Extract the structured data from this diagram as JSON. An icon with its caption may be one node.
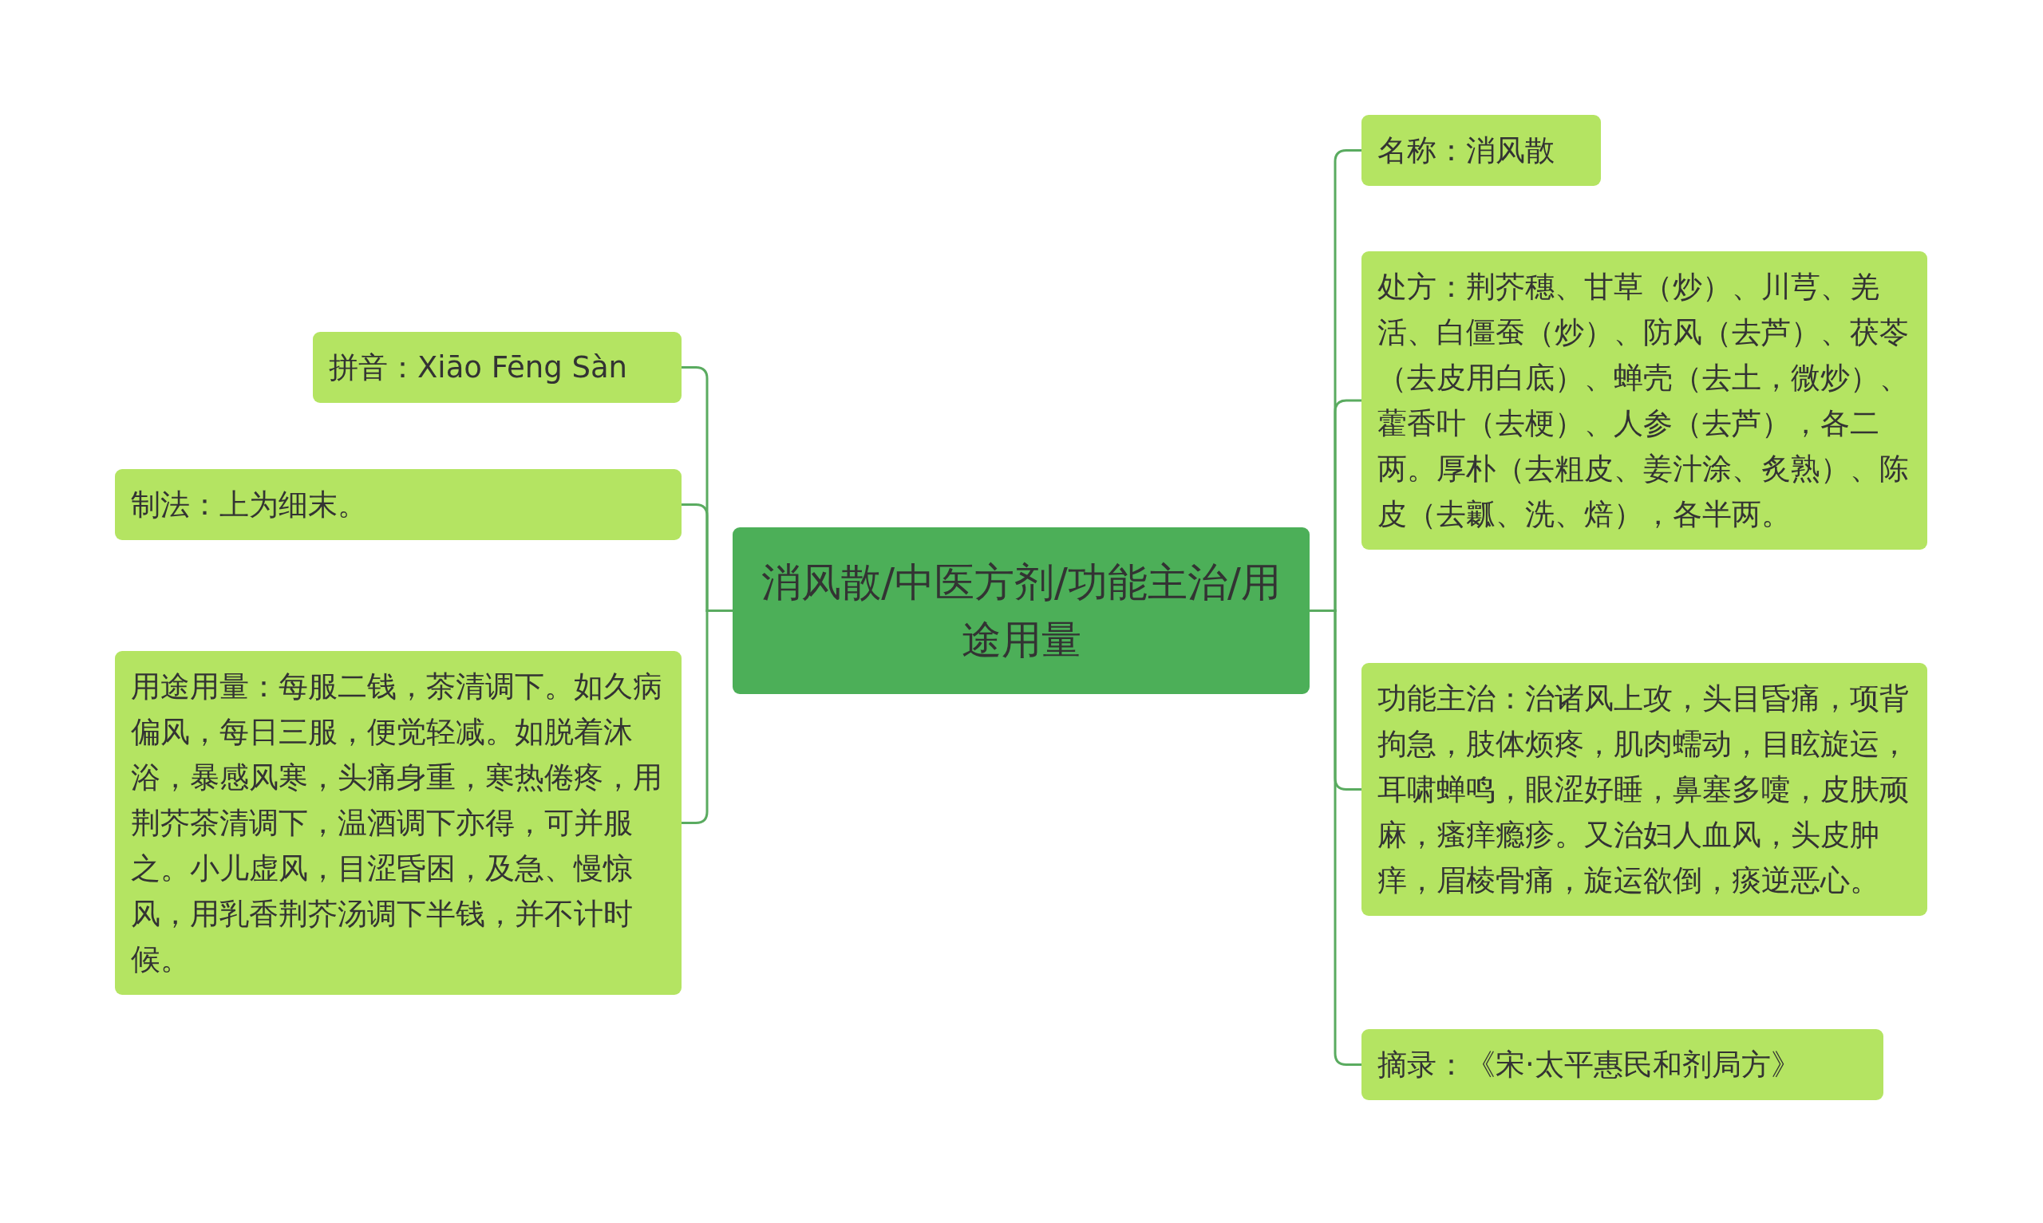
{
  "diagram": {
    "nodes": [
      {
        "text": [
          "消风散/中医方剂/功能主治/用途用量"
        ]
      },
      {
        "text": [
          "拼音：Xiāo Fēng Sàn"
        ]
      },
      {
        "text": [
          "制法：上为细末。"
        ]
      },
      {
        "text": [
          "用途用量：每服二钱，茶清调下。如久病偏风，每日三服，便觉轻减。如脱着沐浴，暴感风寒，头痛身重，寒热倦疼，用荆芥茶清调下，温酒调下亦得，可并服之。小儿虚风，目涩昏困，及急、慢惊风，用乳香荆芥汤调下半钱，并不计时候。"
        ]
      },
      {
        "text": [
          "名称：消风散"
        ]
      },
      {
        "text": [
          "处方：荆芥穗、甘草（炒）、川芎、羌活、白僵蚕（炒）、防风（去芦）、茯苓（去皮用白底）、蝉壳（去土，微炒）、藿香叶（去梗）、人参（去芦），各二两。厚朴（去粗皮、姜汁涂、炙熟）、陈皮（去瓤、洗、焙），各半两。"
        ]
      },
      {
        "text": [
          "功能主治：治诸风上攻，头目昏痛，项背拘急，肢体烦疼，肌肉蠕动，目眩旋运，耳啸蝉鸣，眼涩好睡，鼻塞多嚏，皮肤顽麻，瘙痒瘾疹。又治妇人血风，头皮肿痒，眉棱骨痛，旋运欲倒，痰逆恶心。"
        ]
      },
      {
        "text": [
          "摘录：《宋·太平惠民和剂局方》"
        ]
      }
    ],
    "edges": [
      {
        "from": 0,
        "to": 1,
        "arrow": "none"
      },
      {
        "from": 0,
        "to": 2,
        "arrow": "none"
      },
      {
        "from": 0,
        "to": 3,
        "arrow": "none"
      },
      {
        "from": 0,
        "to": 4,
        "arrow": "none"
      },
      {
        "from": 0,
        "to": 5,
        "arrow": "none"
      },
      {
        "from": 0,
        "to": 6,
        "arrow": "none"
      },
      {
        "from": 0,
        "to": 7,
        "arrow": "none"
      }
    ]
  }
}
